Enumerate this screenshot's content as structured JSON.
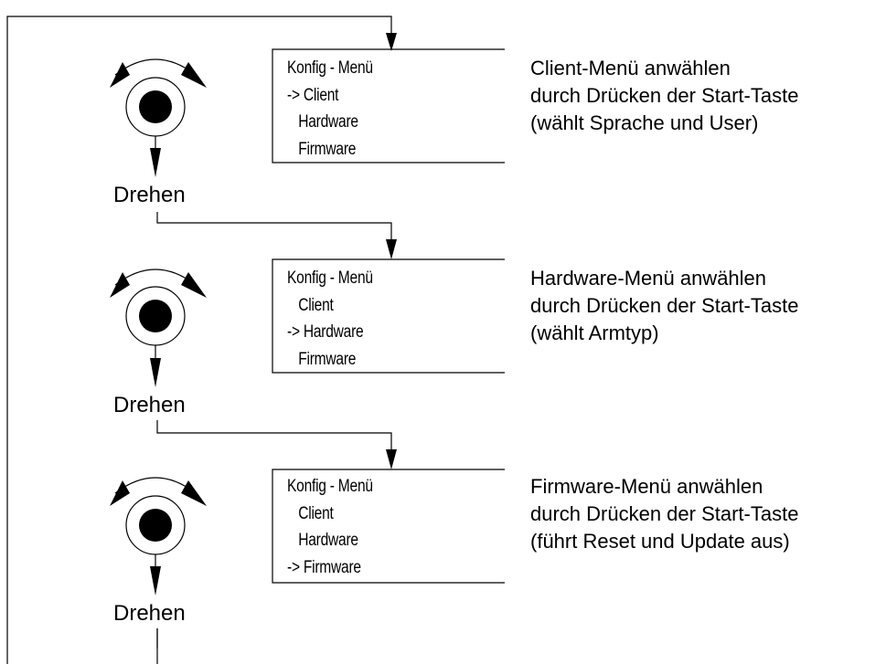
{
  "rotate_label": "Drehen",
  "steps": [
    {
      "menu": {
        "title": "Konfig - Menü",
        "items": [
          "-> Client",
          "   Hardware",
          "   Firmware"
        ]
      },
      "description": [
        "Client-Menü anwählen",
        "durch Drücken der Start-Taste",
        "(wählt Sprache und User)"
      ]
    },
    {
      "menu": {
        "title": "Konfig - Menü",
        "items": [
          "   Client",
          "-> Hardware",
          "   Firmware"
        ]
      },
      "description": [
        "Hardware-Menü anwählen",
        "durch Drücken der Start-Taste",
        "(wählt Armtyp)"
      ]
    },
    {
      "menu": {
        "title": "Konfig - Menü",
        "items": [
          "   Client",
          "   Hardware",
          "-> Firmware"
        ]
      },
      "description": [
        "Firmware-Menü anwählen",
        "durch Drücken der Start-Taste",
        "(führt Reset und Update aus)"
      ]
    }
  ]
}
